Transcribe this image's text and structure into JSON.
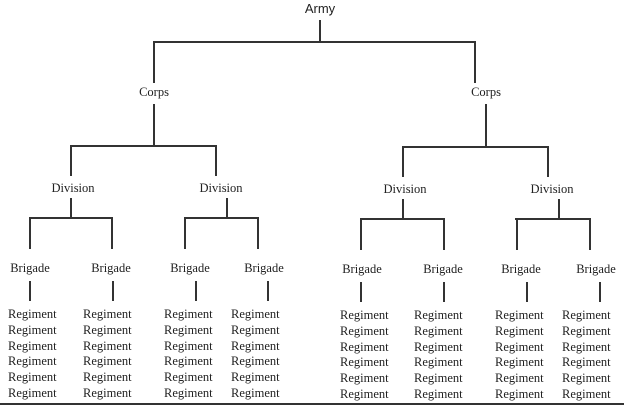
{
  "title": "Army",
  "levels": {
    "army": "Army",
    "corps": [
      "Corps",
      "Corps"
    ],
    "divisions": [
      "Division",
      "Division",
      "Division",
      "Division"
    ],
    "brigades": [
      "Brigade",
      "Brigade",
      "Brigade",
      "Brigade",
      "Brigade",
      "Brigade",
      "Brigade",
      "Brigade"
    ],
    "regiment_label": "Regiment",
    "regiments_per_brigade": 6
  }
}
